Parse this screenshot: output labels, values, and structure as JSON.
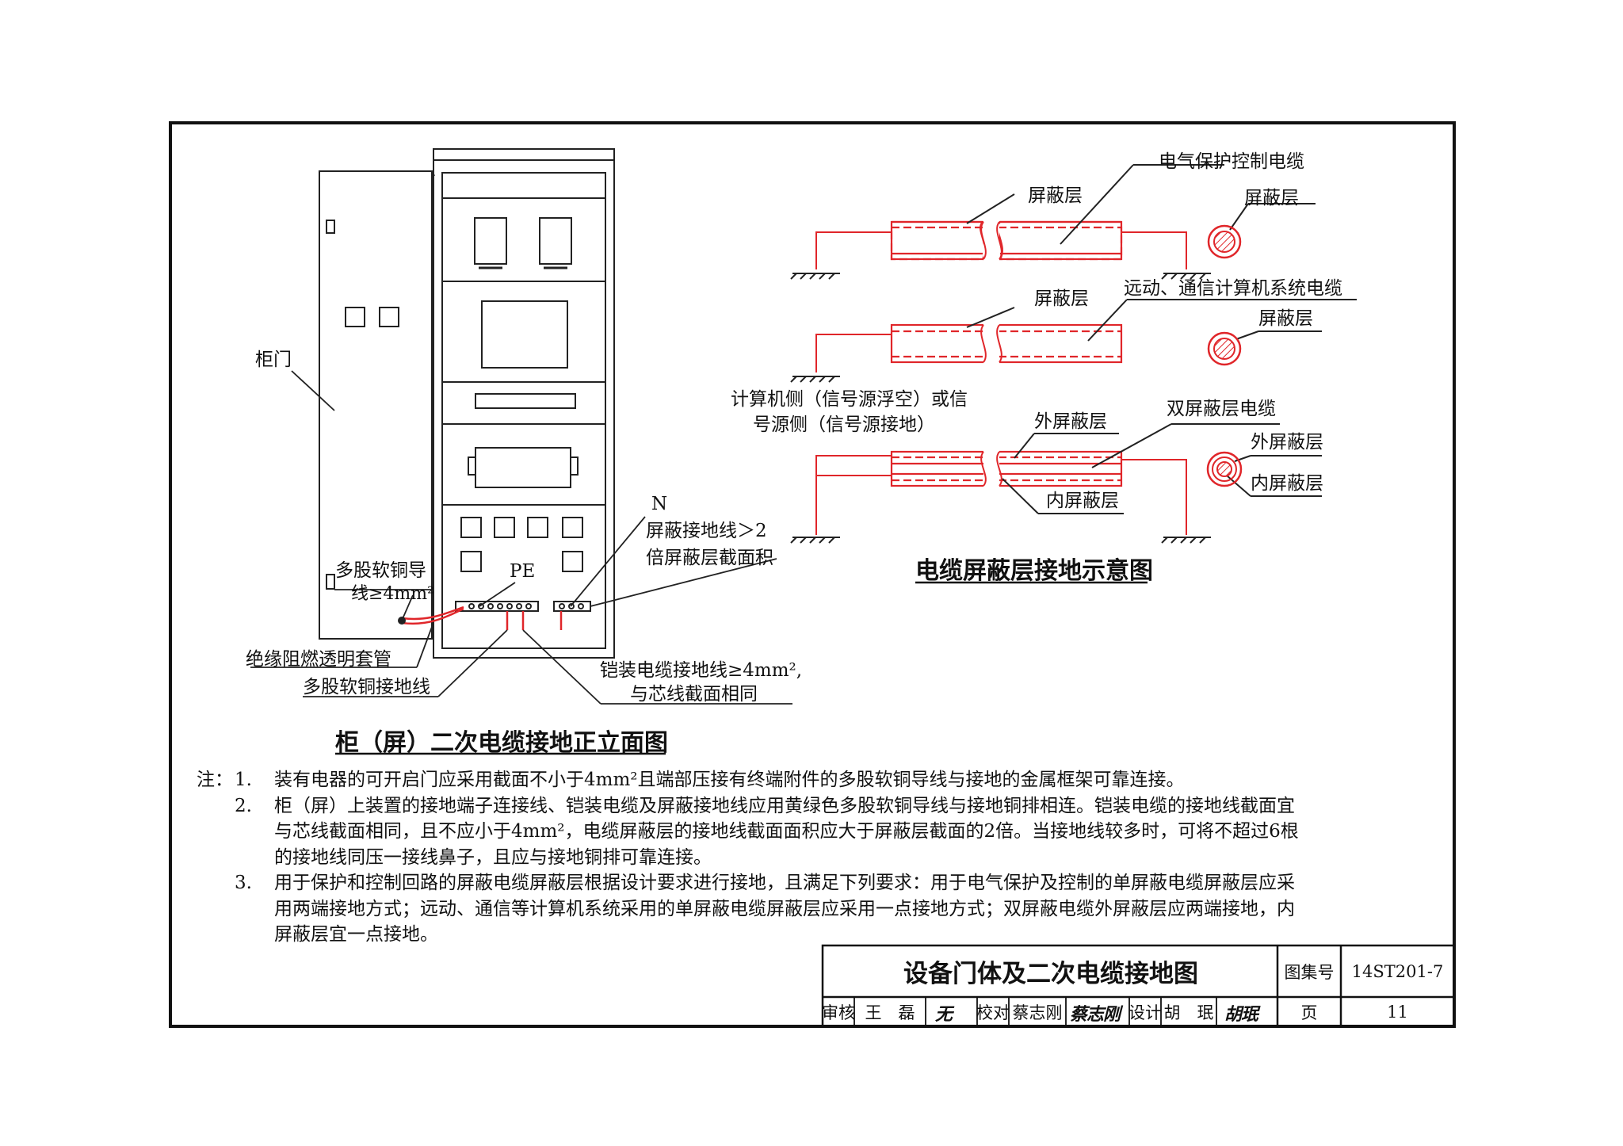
{
  "cabinet": {
    "door_label": "柜门",
    "flex_wire_label_1": "多股软铜导",
    "flex_wire_label_2": "线≥4mm²",
    "pe_label": "PE",
    "n_label": "N",
    "shield_wire_label_1": "屏蔽接地线＞2",
    "shield_wire_label_2": "倍屏蔽层截面积",
    "sleeve_label": "绝缘阻燃透明套管",
    "ground_wire_label": "多股软铜接地线",
    "armored_label_1": "铠装电缆接地线≥4mm²,",
    "armored_label_2": "与芯线截面相同",
    "caption": "柜（屏）二次电缆接地正立面图"
  },
  "shield": {
    "cable1_title": "电气保护控制电缆",
    "cable1_shield": "屏蔽层",
    "cable1_section_shield": "屏蔽层",
    "cable2_title": "远动、通信计算机系统电缆",
    "cable2_shield": "屏蔽层",
    "cable2_section_shield": "屏蔽层",
    "computer_side_1": "计算机侧（信号源浮空）或信",
    "computer_side_2": "号源侧（信号源接地）",
    "cable3_title": "双屏蔽层电缆",
    "cable3_outer": "外屏蔽层",
    "cable3_inner": "内屏蔽层",
    "cable3_section_outer": "外屏蔽层",
    "cable3_section_inner": "内屏蔽层",
    "caption": "电缆屏蔽层接地示意图"
  },
  "notes": {
    "head": "注：",
    "items": [
      {
        "num": "1.",
        "text": "装有电器的可开启门应采用截面不小于4mm²且端部压接有终端附件的多股软铜导线与接地的金属框架可靠连接。"
      },
      {
        "num": "2.",
        "text": "柜（屏）上装置的接地端子连接线、铠装电缆及屏蔽接地线应用黄绿色多股软铜导线与接地铜排相连。铠装电缆的接地线截面宜与芯线截面相同，且不应小于4mm²，电缆屏蔽层的接地线截面面积应大于屏蔽层截面的2倍。当接地线较多时，可将不超过6根的接地线同压一接线鼻子，且应与接地铜排可靠连接。"
      },
      {
        "num": "3.",
        "text": "用于保护和控制回路的屏蔽电缆屏蔽层根据设计要求进行接地，且满足下列要求：用于电气保护及控制的单屏蔽电缆屏蔽层应采用两端接地方式；远动、通信等计算机系统采用的单屏蔽电缆屏蔽层应采用一点接地方式；双屏蔽电缆外屏蔽层应两端接地，内屏蔽层宜一点接地。"
      }
    ]
  },
  "title_block": {
    "title": "设备门体及二次电缆接地图",
    "atlas_label": "图集号",
    "atlas_no": "14ST201-7",
    "review_label": "审核",
    "review_name": "王　磊",
    "review_sig": "无",
    "check_label": "校对",
    "check_name": "蔡志刚",
    "check_sig": "蔡志刚",
    "design_label": "设计",
    "design_name": "胡　珉",
    "design_sig": "胡珉",
    "page_label": "页",
    "page_no": "11"
  },
  "colors": {
    "line": "#111111",
    "red": "#e0262a"
  }
}
